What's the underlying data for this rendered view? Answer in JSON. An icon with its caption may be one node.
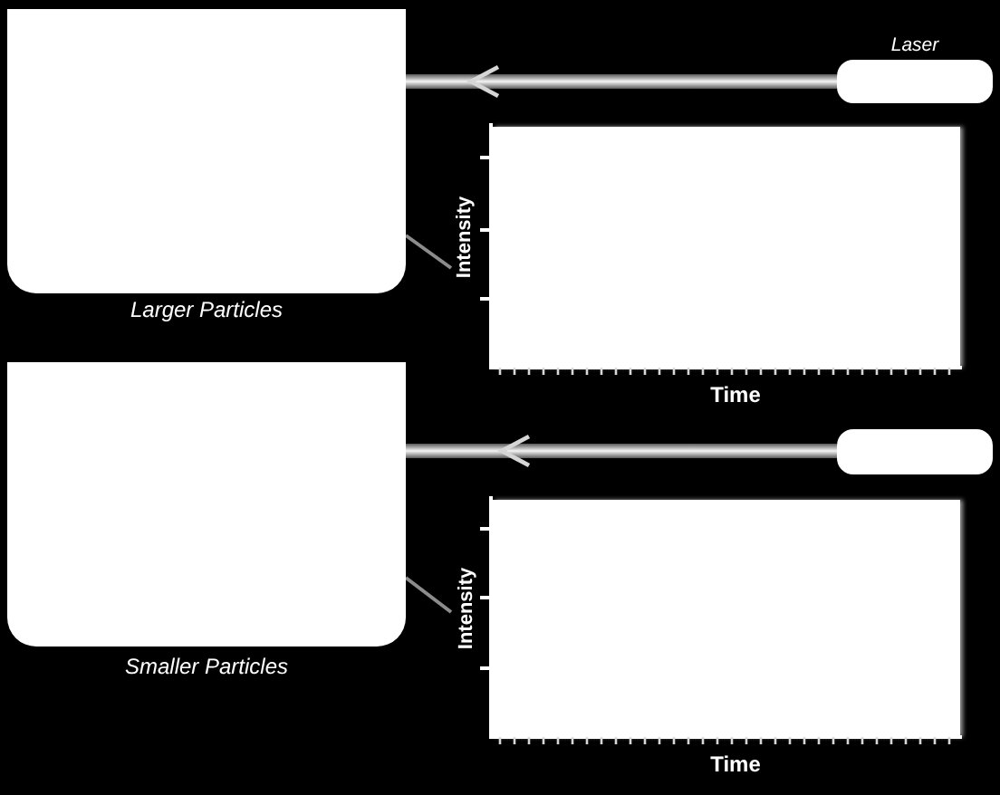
{
  "diagram": {
    "nodes": [
      {
        "text": [
          "Larger Particles"
        ]
      },
      {
        "text": [
          "Laser"
        ]
      },
      {
        "text": [
          "Intensity",
          "Time"
        ]
      },
      {
        "text": [
          "Smaller Particles"
        ]
      },
      {
        "text": [],
        "shape": "box"
      },
      {
        "text": [
          "Intensity",
          "Time"
        ]
      }
    ],
    "edges": [
      {
        "from": 1,
        "to": 0,
        "arrow": "to",
        "style": "thick"
      },
      {
        "from": 0,
        "to": 2,
        "arrow": "none",
        "color": "#8c8c8c"
      },
      {
        "from": 4,
        "to": 3,
        "arrow": "to",
        "style": "thick"
      },
      {
        "from": 3,
        "to": 5,
        "arrow": "none",
        "color": "#8c8c8c"
      }
    ]
  }
}
